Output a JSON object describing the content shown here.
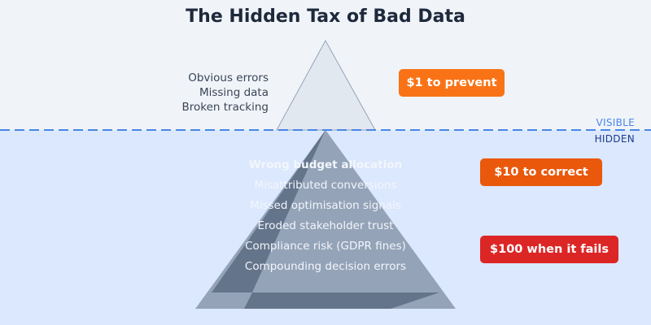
{
  "title": "The Hidden Tax of Bad Data",
  "waterline": {
    "visible_label": "VISIBLE",
    "hidden_label": "HIDDEN",
    "line_color": "#4a86e8"
  },
  "visible_items": [
    "Obvious errors",
    "Missing data",
    "Broken tracking"
  ],
  "hidden_items": [
    "Wrong budget allocation",
    "Misattributed conversions",
    "Missed optimisation signals",
    "Eroded stakeholder trust",
    "Compliance risk (GDPR fines)",
    "Compounding decision errors"
  ],
  "cost_badges": [
    {
      "label": "$1 to prevent",
      "color": "#f97316"
    },
    {
      "label": "$10 to correct",
      "color": "#ea580c"
    },
    {
      "label": "$100 when it fails",
      "color": "#dc2626"
    }
  ],
  "colors": {
    "sky": "#f0f4f9",
    "sea": "#dbe8fd",
    "tip": "#e2e8f0",
    "iceberg_light": "#94a3b8",
    "iceberg_dark": "#64748b"
  }
}
